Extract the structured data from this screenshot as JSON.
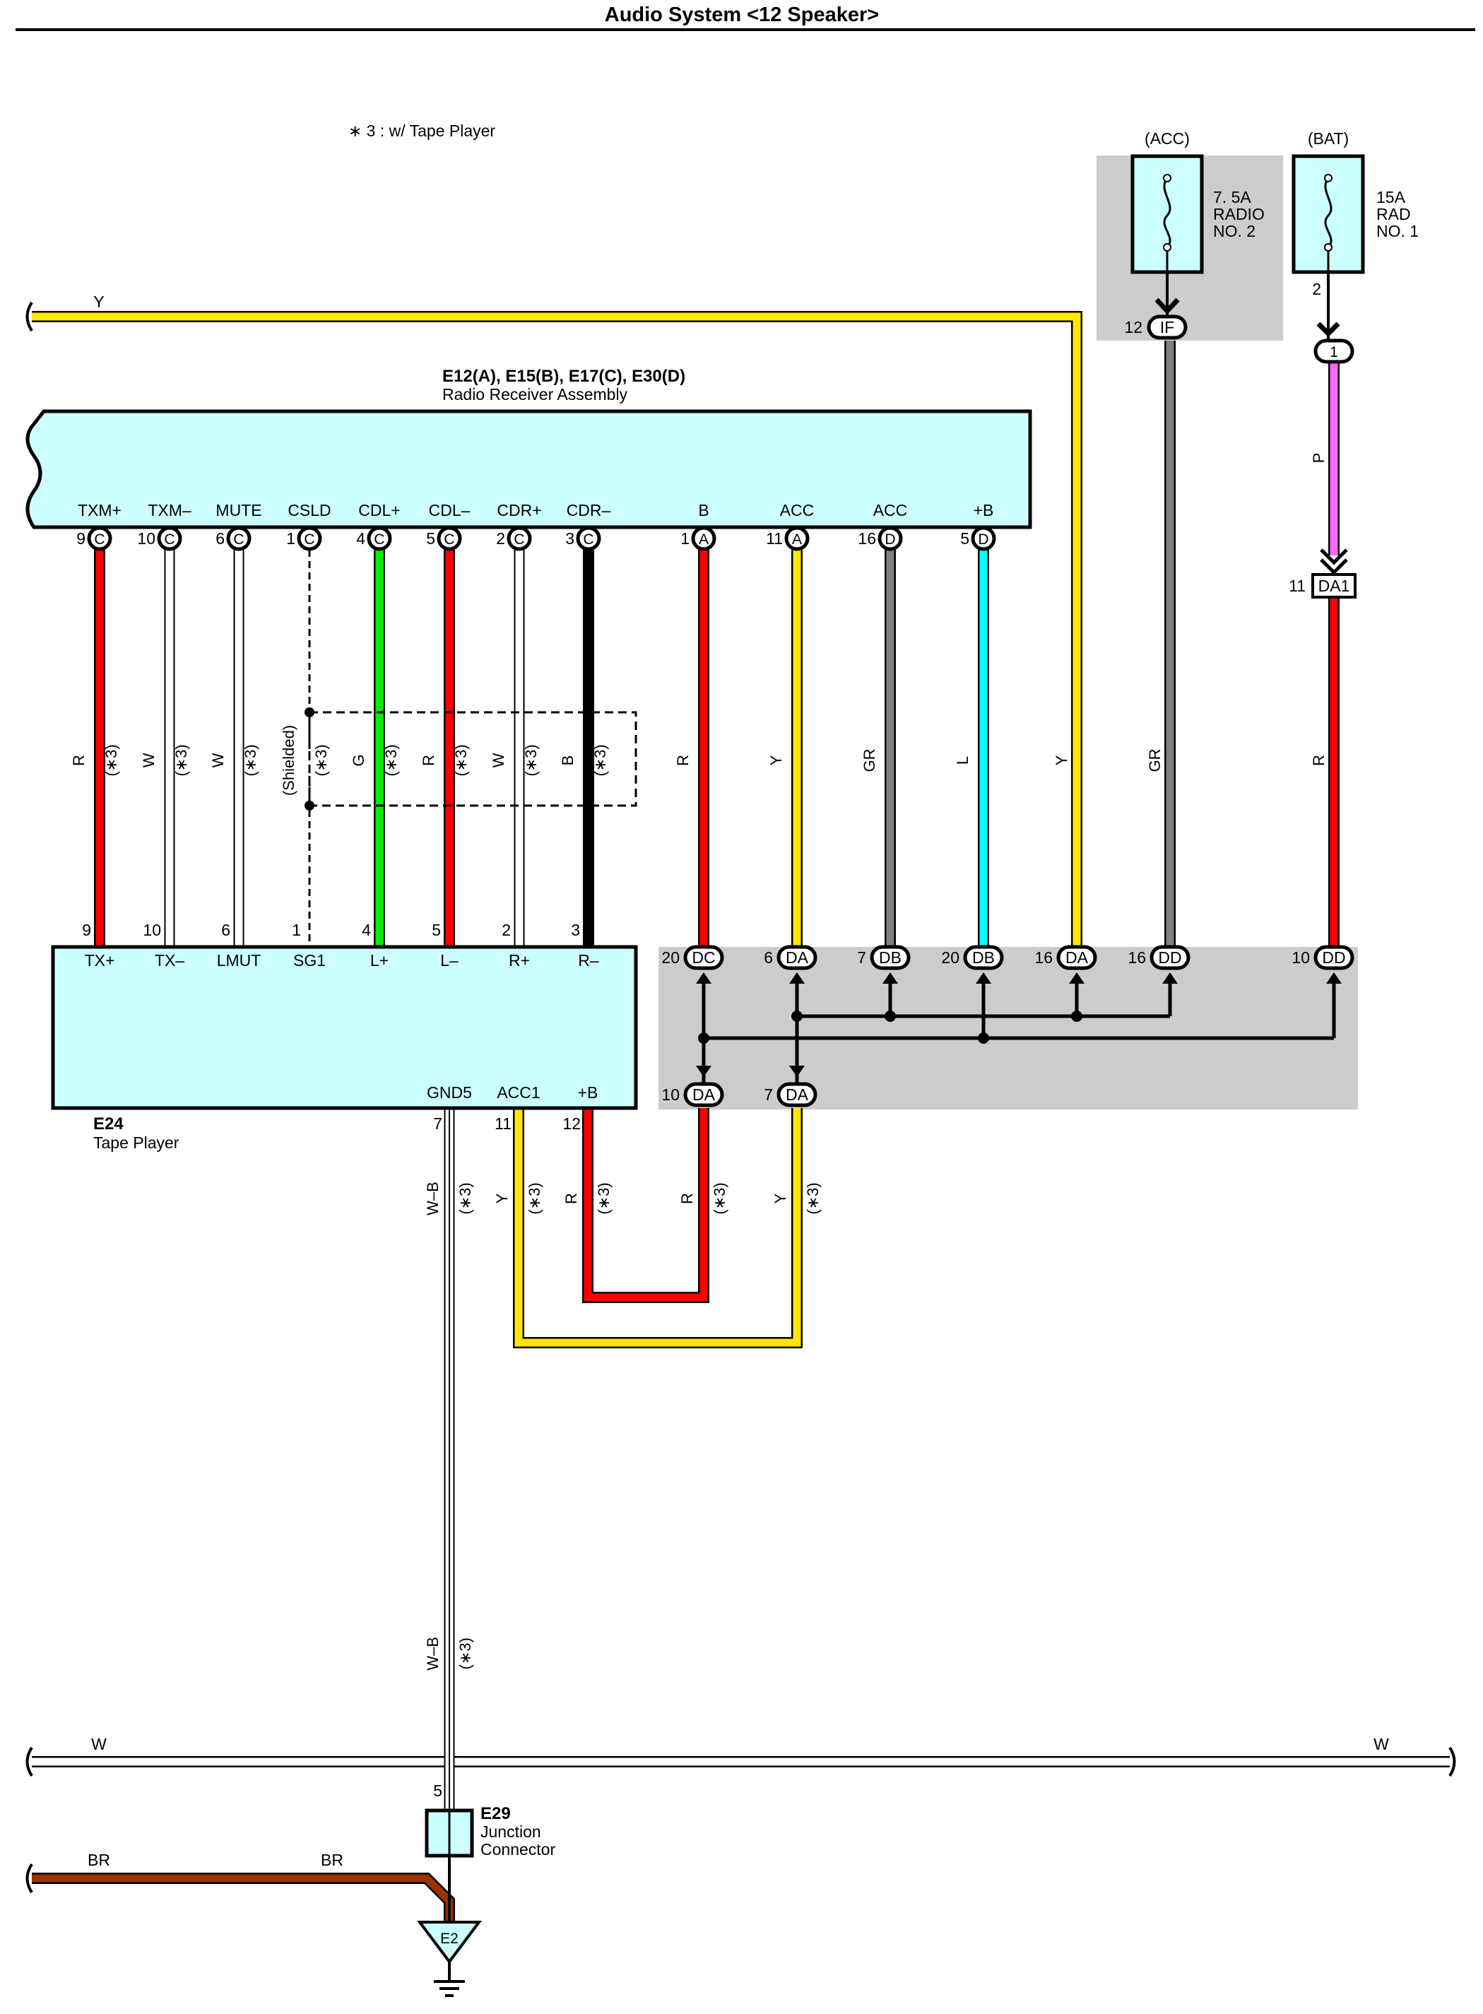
{
  "title": "Audio System <12 Speaker>",
  "note": "∗ 3 : w/ Tape Player",
  "note_tag": "(∗3)",
  "shielded": "(Shielded)",
  "colors": {
    "R": "#ff0000",
    "W": "#ffffff",
    "G": "#00ee00",
    "B": "#000000",
    "Y": "#ffe600",
    "GR": "#808080",
    "L": "#00ffff",
    "P": "#ff66ff",
    "BR": "#993300",
    "component_fill": "#ccffff",
    "junction_fill": "#cccccc"
  },
  "fuses": [
    {
      "source": "(ACC)",
      "rating": "7. 5A",
      "name_line1": "RADIO",
      "name_line2": "NO. 2",
      "pin": "12",
      "connector": "IF"
    },
    {
      "source": "(BAT)",
      "rating": "15A",
      "name_line1": "RAD",
      "name_line2": "NO. 1",
      "pin": "2",
      "connector": "1"
    }
  ],
  "radio": {
    "code": "E12(A), E15(B), E17(C), E30(D)",
    "name": "Radio Receiver Assembly",
    "terminals": [
      {
        "label": "TXM+",
        "pin": "9",
        "conn": "C",
        "wire": "R",
        "tape_only": true,
        "shield": false
      },
      {
        "label": "TXM–",
        "pin": "10",
        "conn": "C",
        "wire": "W",
        "tape_only": true,
        "shield": false
      },
      {
        "label": "MUTE",
        "pin": "6",
        "conn": "C",
        "wire": "W",
        "tape_only": true,
        "shield": false
      },
      {
        "label": "CSLD",
        "pin": "1",
        "conn": "C",
        "wire": "(Shielded)",
        "tape_only": true,
        "shield": true
      },
      {
        "label": "CDL+",
        "pin": "4",
        "conn": "C",
        "wire": "G",
        "tape_only": true,
        "shield": false
      },
      {
        "label": "CDL–",
        "pin": "5",
        "conn": "C",
        "wire": "R",
        "tape_only": true,
        "shield": false
      },
      {
        "label": "CDR+",
        "pin": "2",
        "conn": "C",
        "wire": "W",
        "tape_only": true,
        "shield": false
      },
      {
        "label": "CDR–",
        "pin": "3",
        "conn": "C",
        "wire": "B",
        "tape_only": true,
        "shield": false
      },
      {
        "label": "B",
        "pin": "1",
        "conn": "A",
        "wire": "R",
        "tape_only": false,
        "shield": false
      },
      {
        "label": "ACC",
        "pin": "11",
        "conn": "A",
        "wire": "Y",
        "tape_only": false,
        "shield": false
      },
      {
        "label": "ACC",
        "pin": "16",
        "conn": "D",
        "wire": "GR",
        "tape_only": false,
        "shield": false
      },
      {
        "label": "+B",
        "pin": "5",
        "conn": "D",
        "wire": "L",
        "tape_only": false,
        "shield": false
      }
    ]
  },
  "tape": {
    "code": "E24",
    "name": "Tape Player",
    "top_terminals": [
      {
        "label": "TX+",
        "pin": "9"
      },
      {
        "label": "TX–",
        "pin": "10"
      },
      {
        "label": "LMUT",
        "pin": "6"
      },
      {
        "label": "SG1",
        "pin": "1"
      },
      {
        "label": "L+",
        "pin": "4"
      },
      {
        "label": "L–",
        "pin": "5"
      },
      {
        "label": "R+",
        "pin": "2"
      },
      {
        "label": "R–",
        "pin": "3"
      }
    ],
    "bottom_terminals": [
      {
        "label": "GND5",
        "pin": "7",
        "wire": "W–B"
      },
      {
        "label": "ACC1",
        "pin": "11",
        "wire": "Y"
      },
      {
        "label": "+B",
        "pin": "12",
        "wire": "R"
      }
    ]
  },
  "junction_top": [
    {
      "pin": "20",
      "conn": "DC"
    },
    {
      "pin": "6",
      "conn": "DA"
    },
    {
      "pin": "7",
      "conn": "DB"
    },
    {
      "pin": "20",
      "conn": "DB"
    },
    {
      "pin": "16",
      "conn": "DA"
    },
    {
      "pin": "16",
      "conn": "DD"
    },
    {
      "pin": "10",
      "conn": "DD"
    }
  ],
  "junction_bottom": [
    {
      "pin": "10",
      "conn": "DA",
      "wire": "R"
    },
    {
      "pin": "7",
      "conn": "DA",
      "wire": "Y"
    }
  ],
  "wires": {
    "acc_feed": "GR",
    "y_top": "Y",
    "y_right": "Y",
    "bat_fuse_out": "P",
    "bat_feed": "R",
    "da1_pin": "11",
    "da1": "DA1",
    "gnd_wire_upper": "W–B",
    "gnd_wire_lower": "W–B",
    "w_left": "W",
    "w_right": "W",
    "br_left": "BR",
    "br_mid": "BR"
  },
  "junction_connector": {
    "code": "E29",
    "line1": "Junction",
    "line2": "Connector",
    "pin": "5"
  },
  "ground": {
    "label": "E2"
  }
}
